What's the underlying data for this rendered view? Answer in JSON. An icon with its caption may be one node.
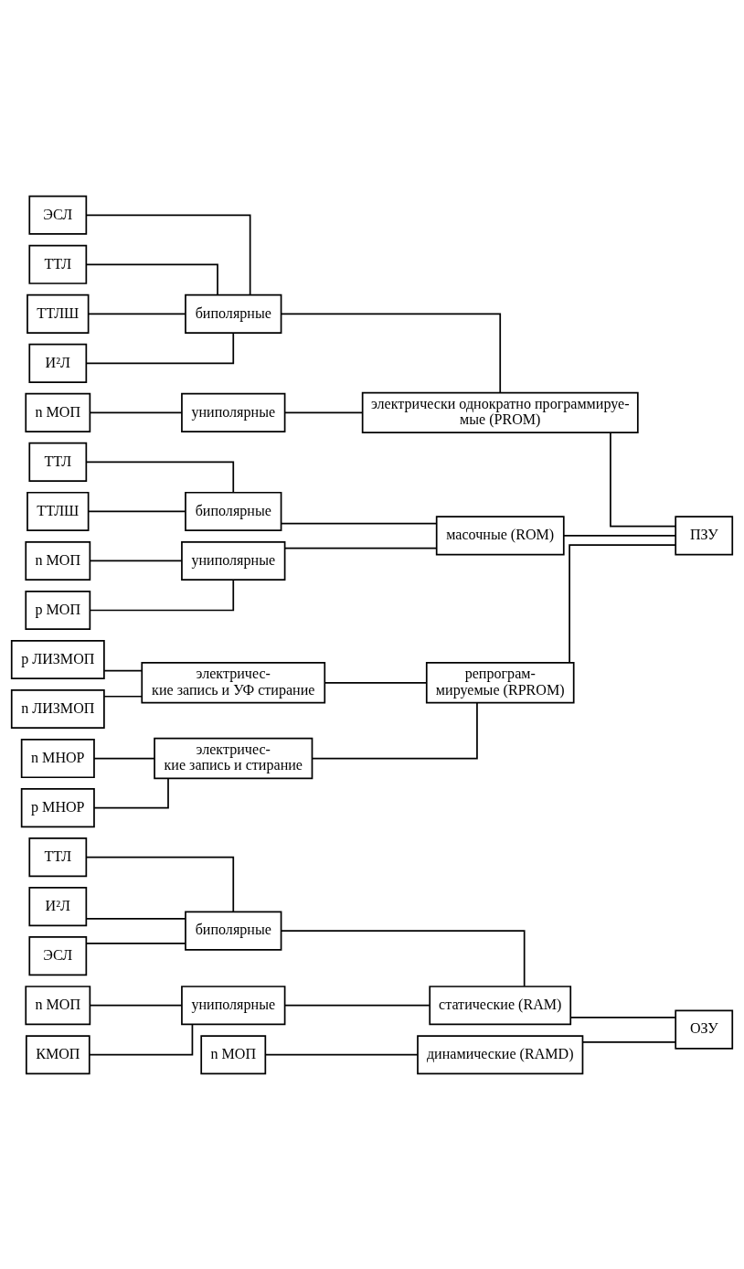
{
  "diagram": {
    "nodes": [
      {
        "text": [
          "ТТЛ"
        ]
      },
      {
        "text": [
          "И²Л"
        ]
      },
      {
        "text": [
          "ЭСЛ"
        ]
      },
      {
        "text": [
          "биполярные"
        ]
      },
      {
        "text": [
          "статические (RAM)"
        ]
      },
      {
        "text": [
          "n МОП"
        ]
      },
      {
        "text": [
          "КМОП"
        ]
      },
      {
        "text": [
          "униполярные"
        ]
      },
      {
        "text": [
          "ОЗУ"
        ]
      },
      {
        "text": [
          "n МОП"
        ]
      },
      {
        "text": [
          "динамические (RAMD)"
        ]
      },
      {
        "text": [
          "ТТЛ"
        ]
      },
      {
        "text": [
          "ТТЛШ"
        ]
      },
      {
        "text": [
          "биполярные"
        ]
      },
      {
        "text": [
          "масочные (ROM)"
        ]
      },
      {
        "text": [
          "p МОП"
        ]
      },
      {
        "text": [
          "n МОП"
        ]
      },
      {
        "text": [
          "униполярные"
        ]
      },
      {
        "text": [
          "ТТЛ"
        ]
      },
      {
        "text": [
          "ТТЛШ"
        ]
      },
      {
        "text": [
          "И²Л"
        ]
      },
      {
        "text": [
          "ЭСЛ"
        ]
      },
      {
        "text": [
          "биполярные"
        ]
      },
      {
        "text": [
          "электрически однократно программируе- мые (PROM)"
        ]
      },
      {
        "text": [
          "ПЗУ"
        ]
      },
      {
        "text": [
          "n МОП"
        ]
      },
      {
        "text": [
          "униполярные"
        ]
      },
      {
        "text": [
          "p МНОР"
        ]
      },
      {
        "text": [
          "n МНОР"
        ]
      },
      {
        "text": [
          "электричес- кие запись и стирание"
        ]
      },
      {
        "text": [
          "репрограм- мируемые (RPROM)"
        ]
      },
      {
        "text": [
          "n ЛИЗМОП"
        ]
      },
      {
        "text": [
          "p ЛИЗМОП"
        ]
      },
      {
        "text": [
          "электричес- кие запись и УФ стирание"
        ]
      }
    ],
    "edges": [
      {
        "from": 0,
        "to": 3,
        "arrow": "none"
      },
      {
        "from": 1,
        "to": 3,
        "arrow": "none"
      },
      {
        "from": 2,
        "to": 3,
        "arrow": "none"
      },
      {
        "from": 3,
        "to": 4,
        "arrow": "none"
      },
      {
        "from": 5,
        "to": 7,
        "arrow": "none"
      },
      {
        "from": 6,
        "to": 7,
        "arrow": "none"
      },
      {
        "from": 7,
        "to": 4,
        "arrow": "none"
      },
      {
        "from": 4,
        "to": 8,
        "arrow": "none"
      },
      {
        "from": 9,
        "to": 10,
        "arrow": "none"
      },
      {
        "from": 10,
        "to": 8,
        "arrow": "none"
      },
      {
        "from": 11,
        "to": 13,
        "arrow": "none"
      },
      {
        "from": 12,
        "to": 13,
        "arrow": "none"
      },
      {
        "from": 13,
        "to": 14,
        "arrow": "none"
      },
      {
        "from": 15,
        "to": 17,
        "arrow": "none"
      },
      {
        "from": 16,
        "to": 17,
        "arrow": "none"
      },
      {
        "from": 17,
        "to": 14,
        "arrow": "none"
      },
      {
        "from": 14,
        "to": 24,
        "arrow": "none"
      },
      {
        "from": 18,
        "to": 22,
        "arrow": "none"
      },
      {
        "from": 19,
        "to": 22,
        "arrow": "none"
      },
      {
        "from": 20,
        "to": 22,
        "arrow": "none"
      },
      {
        "from": 21,
        "to": 22,
        "arrow": "none"
      },
      {
        "from": 22,
        "to": 23,
        "arrow": "none"
      },
      {
        "from": 25,
        "to": 26,
        "arrow": "none"
      },
      {
        "from": 26,
        "to": 23,
        "arrow": "none"
      },
      {
        "from": 23,
        "to": 24,
        "arrow": "none"
      },
      {
        "from": 27,
        "to": 29,
        "arrow": "none"
      },
      {
        "from": 28,
        "to": 29,
        "arrow": "none"
      },
      {
        "from": 29,
        "to": 30,
        "arrow": "none"
      },
      {
        "from": 31,
        "to": 33,
        "arrow": "none"
      },
      {
        "from": 32,
        "to": 33,
        "arrow": "none"
      },
      {
        "from": 33,
        "to": 30,
        "arrow": "none"
      },
      {
        "from": 30,
        "to": 24,
        "arrow": "none"
      }
    ]
  }
}
